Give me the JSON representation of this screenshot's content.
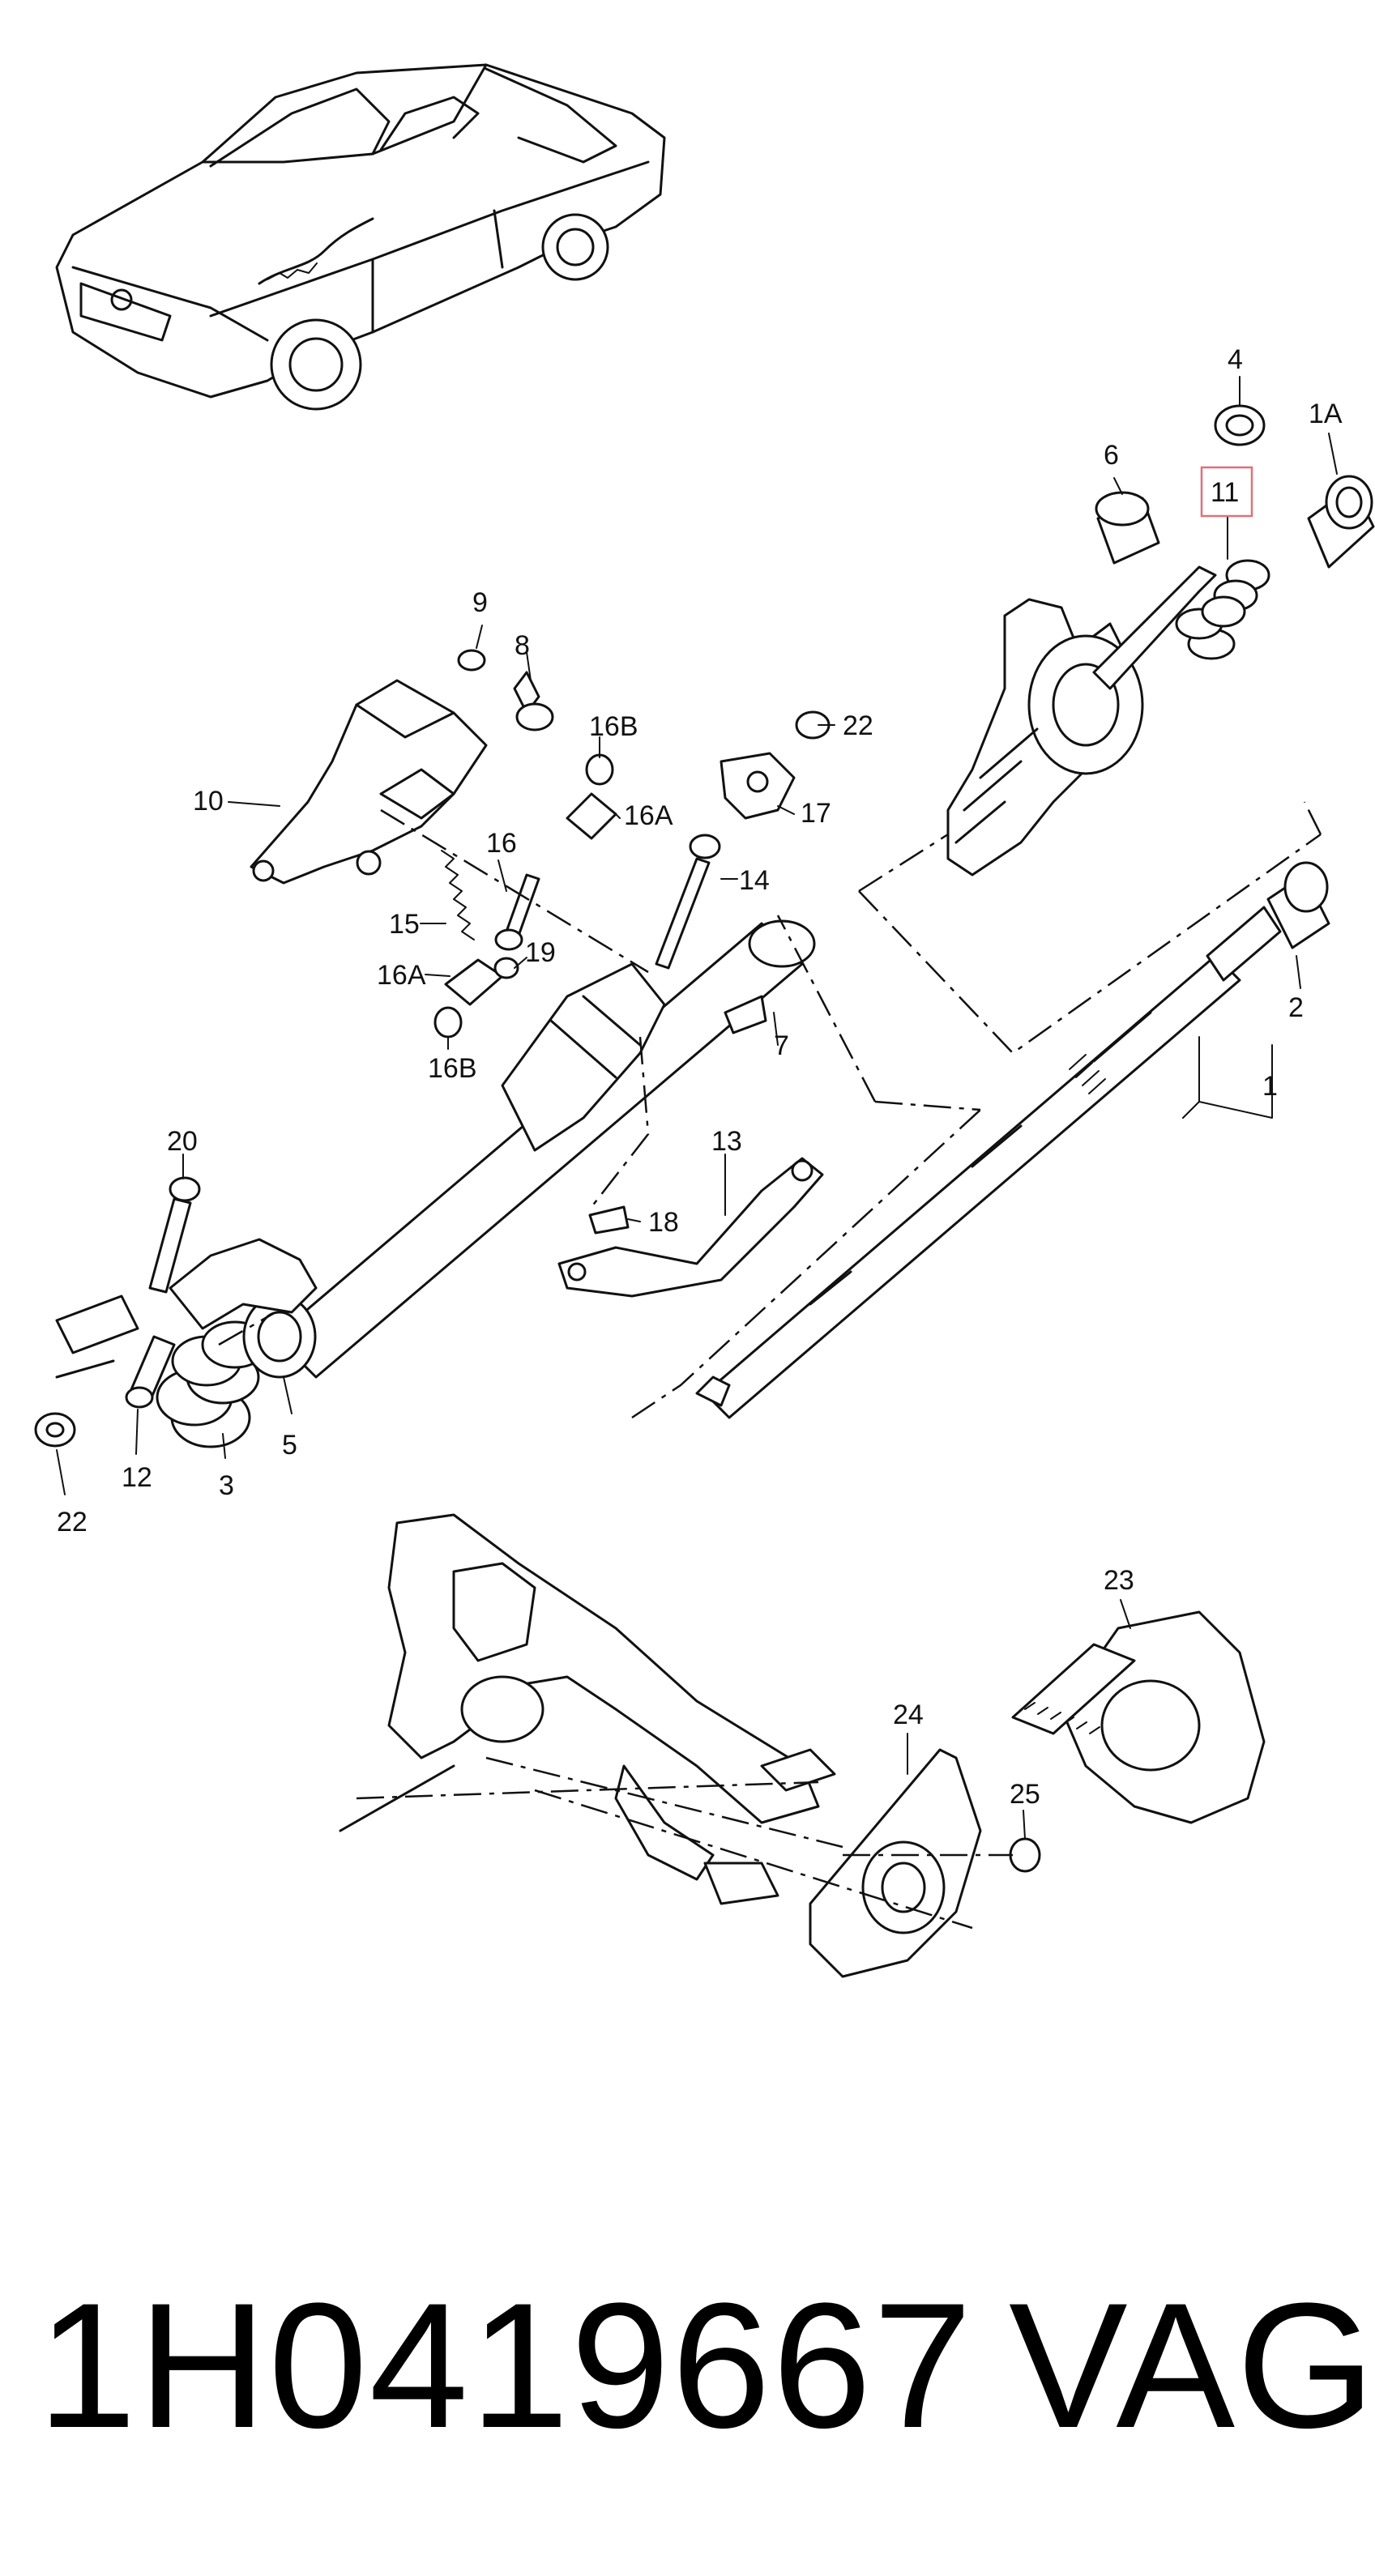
{
  "diagram": {
    "callouts": {
      "c1": "1",
      "c1A": "1A",
      "c2": "2",
      "c3": "3",
      "c4": "4",
      "c5": "5",
      "c6": "6",
      "c7": "7",
      "c8": "8",
      "c9": "9",
      "c10": "10",
      "c11": "11",
      "c12": "12",
      "c13": "13",
      "c14": "14",
      "c15": "15",
      "c16": "16",
      "c16A_a": "16A",
      "c16A_b": "16A",
      "c16B_a": "16B",
      "c16B_b": "16B",
      "c17": "17",
      "c18": "18",
      "c19": "19",
      "c20": "20",
      "c22_a": "22",
      "c22_b": "22",
      "c23": "23",
      "c24": "24",
      "c25": "25"
    },
    "highlighted_callout": "11",
    "highlight_color": "#e0707a"
  },
  "footer": {
    "part_number": "1H0419667",
    "brand": "VAG"
  }
}
